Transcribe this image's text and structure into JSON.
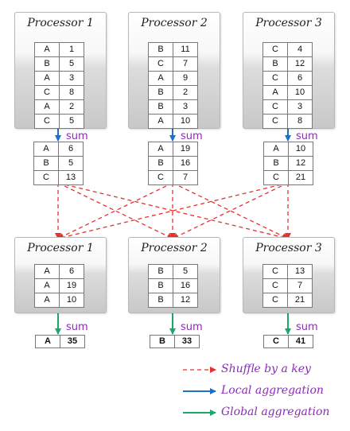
{
  "top_processors": [
    {
      "title": "Processor 1",
      "rows": [
        [
          "A",
          "1"
        ],
        [
          "B",
          "5"
        ],
        [
          "A",
          "3"
        ],
        [
          "C",
          "8"
        ],
        [
          "A",
          "2"
        ],
        [
          "C",
          "5"
        ]
      ]
    },
    {
      "title": "Processor 2",
      "rows": [
        [
          "B",
          "11"
        ],
        [
          "C",
          "7"
        ],
        [
          "A",
          "9"
        ],
        [
          "B",
          "2"
        ],
        [
          "B",
          "3"
        ],
        [
          "A",
          "10"
        ]
      ]
    },
    {
      "title": "Processor 3",
      "rows": [
        [
          "C",
          "4"
        ],
        [
          "B",
          "12"
        ],
        [
          "C",
          "6"
        ],
        [
          "A",
          "10"
        ],
        [
          "C",
          "3"
        ],
        [
          "C",
          "8"
        ]
      ]
    }
  ],
  "local_sums": [
    {
      "label": "sum",
      "rows": [
        [
          "A",
          "6"
        ],
        [
          "B",
          "5"
        ],
        [
          "C",
          "13"
        ]
      ]
    },
    {
      "label": "sum",
      "rows": [
        [
          "A",
          "19"
        ],
        [
          "B",
          "16"
        ],
        [
          "C",
          "7"
        ]
      ]
    },
    {
      "label": "sum",
      "rows": [
        [
          "A",
          "10"
        ],
        [
          "B",
          "12"
        ],
        [
          "C",
          "21"
        ]
      ]
    }
  ],
  "bottom_processors": [
    {
      "title": "Processor 1",
      "rows": [
        [
          "A",
          "6"
        ],
        [
          "A",
          "19"
        ],
        [
          "A",
          "10"
        ]
      ]
    },
    {
      "title": "Processor 2",
      "rows": [
        [
          "B",
          "5"
        ],
        [
          "B",
          "16"
        ],
        [
          "B",
          "12"
        ]
      ]
    },
    {
      "title": "Processor 3",
      "rows": [
        [
          "C",
          "13"
        ],
        [
          "C",
          "7"
        ],
        [
          "C",
          "21"
        ]
      ]
    }
  ],
  "final_sums": [
    {
      "label": "sum",
      "key": "A",
      "value": "35"
    },
    {
      "label": "sum",
      "key": "B",
      "value": "33"
    },
    {
      "label": "sum",
      "key": "C",
      "value": "41"
    }
  ],
  "legend": [
    {
      "text": "Shuffle by a key",
      "style": "dashed",
      "color": "#e8302c"
    },
    {
      "text": "Local aggregation",
      "style": "solid",
      "color": "#1f6fc2"
    },
    {
      "text": "Global aggregation",
      "style": "solid",
      "color": "#1aa86a"
    }
  ],
  "colors": {
    "shuffle": "#e8302c",
    "local": "#1f6fc2",
    "global": "#1aa86a",
    "label": "#8a2db5"
  }
}
